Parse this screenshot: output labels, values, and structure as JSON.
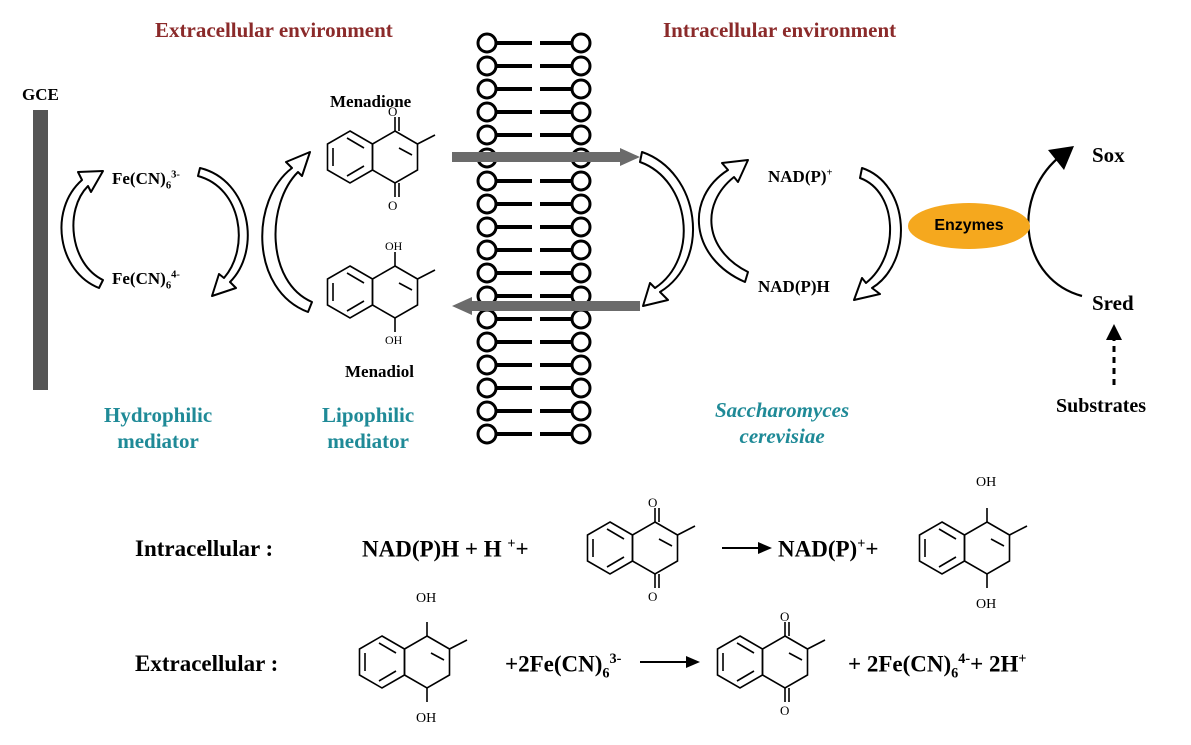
{
  "labels": {
    "extracellular_env": "Extracellular environment",
    "intracellular_env": "Intracellular environment",
    "gce": "GCE",
    "menadione": "Menadione",
    "menadiol": "Menadiol",
    "hydrophilic_1": "Hydrophilic",
    "hydrophilic_2": "mediator",
    "lipophilic_1": "Lipophilic",
    "lipophilic_2": "mediator",
    "yeast_1": "Saccharomyces",
    "yeast_2": "cerevisiae",
    "enzymes": "Enzymes",
    "sox": "Sox",
    "sred": "Sred",
    "substrates": "Substrates",
    "ferri": "Fe(CN)",
    "ferri_sub": "6",
    "ferri_sup": "3-",
    "ferro": "Fe(CN)",
    "ferro_sub": "6",
    "ferro_sup": "4-",
    "nadp_ox": "NAD(P)",
    "nadp_ox_sup": "+",
    "nadph": "NAD(P)H",
    "oh": "OH",
    "o": "O"
  },
  "equations": {
    "intra_label": "Intracellular :",
    "intra_left": "NAD(P)H + H ",
    "intra_left_sup": "+",
    "intra_plus": "+",
    "intra_right": "NAD(P)",
    "intra_right_sup": "+",
    "intra_right_plus": "+",
    "extra_label": "Extracellular :",
    "extra_mid": "+2Fe(CN)",
    "extra_mid_sub": "6",
    "extra_mid_sup": "3-",
    "extra_right": "+ 2Fe(CN)",
    "extra_right_sub": "6",
    "extra_right_sup": "4-",
    "extra_right_tail": "+ 2H",
    "extra_right_tail_sup": "+"
  },
  "colors": {
    "env_label": "#8b2a2a",
    "mediator_label": "#1f8a97",
    "enzyme_fill": "#f5a81e",
    "transport_arrow": "#6b6b6b",
    "electrode": "#555555"
  }
}
